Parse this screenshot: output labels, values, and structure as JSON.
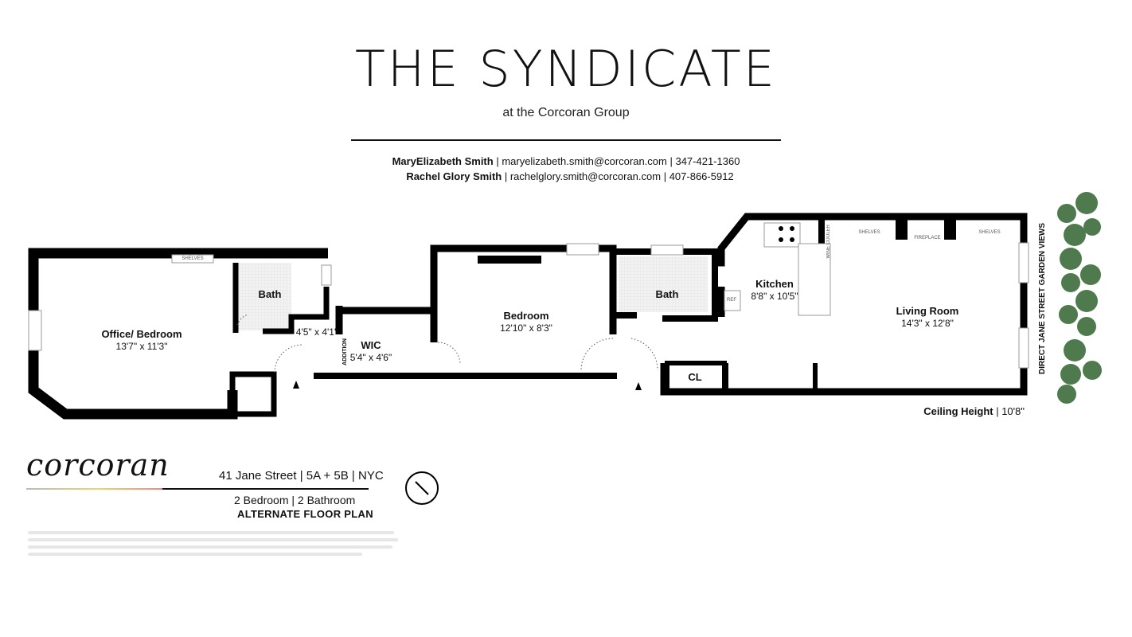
{
  "header": {
    "title": "THE SYNDICATE",
    "subtitle": "at the Corcoran Group",
    "agents": [
      {
        "name": "MaryElizabeth Smith",
        "email": "maryelizabeth.smith@corcoran.com",
        "phone": "347-421-1360"
      },
      {
        "name": "Rachel Glory Smith",
        "email": "rachelglory.smith@corcoran.com",
        "phone": "407-866-5912"
      }
    ]
  },
  "rooms": [
    {
      "name": "Office/ Bedroom",
      "dims": "13'7\" x 11'3\""
    },
    {
      "name": "Bath"
    },
    {
      "name": "",
      "dims": "4'5\" x 4'1\""
    },
    {
      "name": "WIC",
      "dims": "5'4\" x 4'6\""
    },
    {
      "name": "Bedroom",
      "dims": "12'10\" x 8'3\""
    },
    {
      "name": "Bath"
    },
    {
      "name": "Kitchen",
      "dims": "8'8\" x 10'5\""
    },
    {
      "name": "Living Room",
      "dims": "14'3\" x 12'8\""
    },
    {
      "name": "CL"
    }
  ],
  "fixtures": {
    "shelves": "SHELVES",
    "addition": "ADDITION",
    "wine": "WINE COOLER",
    "fireplace": "FIREPLACE",
    "ref": "REF"
  },
  "ceiling": {
    "label": "Ceiling Height",
    "value": "10'8\""
  },
  "garden": "DIRECT JANE STREET GARDEN VIEWS",
  "footer": {
    "logo": "corcoran",
    "address": "41 Jane Street | 5A + 5B | NYC",
    "layout": "2 Bedroom | 2 Bathroom",
    "plan": "ALTERNATE FLOOR PLAN"
  },
  "colors": {
    "wall": "#000000",
    "tile": "#e8e8e8",
    "tree": "#4e7a4e"
  }
}
